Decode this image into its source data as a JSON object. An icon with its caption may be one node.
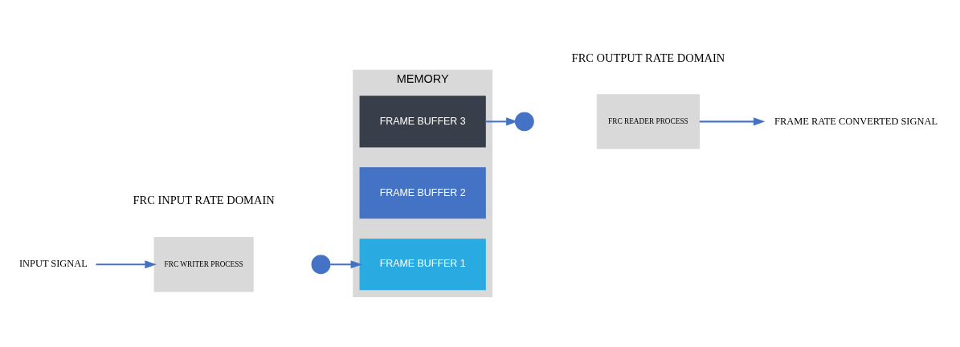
{
  "diagram": {
    "nodes": [
      {
        "text": [
          "INPUT SIGNAL"
        ]
      },
      {
        "text": [
          "FRC WRITER PROCESS"
        ]
      },
      {
        "text": [],
        "shape": "circle"
      },
      {
        "text": [
          "MEMORY"
        ]
      },
      {
        "text": [
          "FRAME BUFFER 1"
        ],
        "in": 3
      },
      {
        "text": [
          "FRAME BUFFER 2"
        ],
        "in": 3
      },
      {
        "text": [
          "FRAME BUFFER 3"
        ],
        "in": 3
      },
      {
        "text": [],
        "shape": "circle"
      },
      {
        "text": [
          "FRC READER PROCESS"
        ]
      },
      {
        "text": [
          "FRAME RATE CONVERTED SIGNAL"
        ]
      }
    ],
    "edges": [
      {
        "from": 0,
        "to": 1,
        "arrow": "to"
      },
      {
        "from": 2,
        "to": 4,
        "arrow": "to"
      },
      {
        "from": 6,
        "to": 7,
        "arrow": "to"
      },
      {
        "from": 8,
        "to": 9,
        "arrow": "to"
      }
    ],
    "labels": [
      "FRC INPUT RATE DOMAIN",
      "FRC OUTPUT RATE DOMAIN"
    ]
  }
}
